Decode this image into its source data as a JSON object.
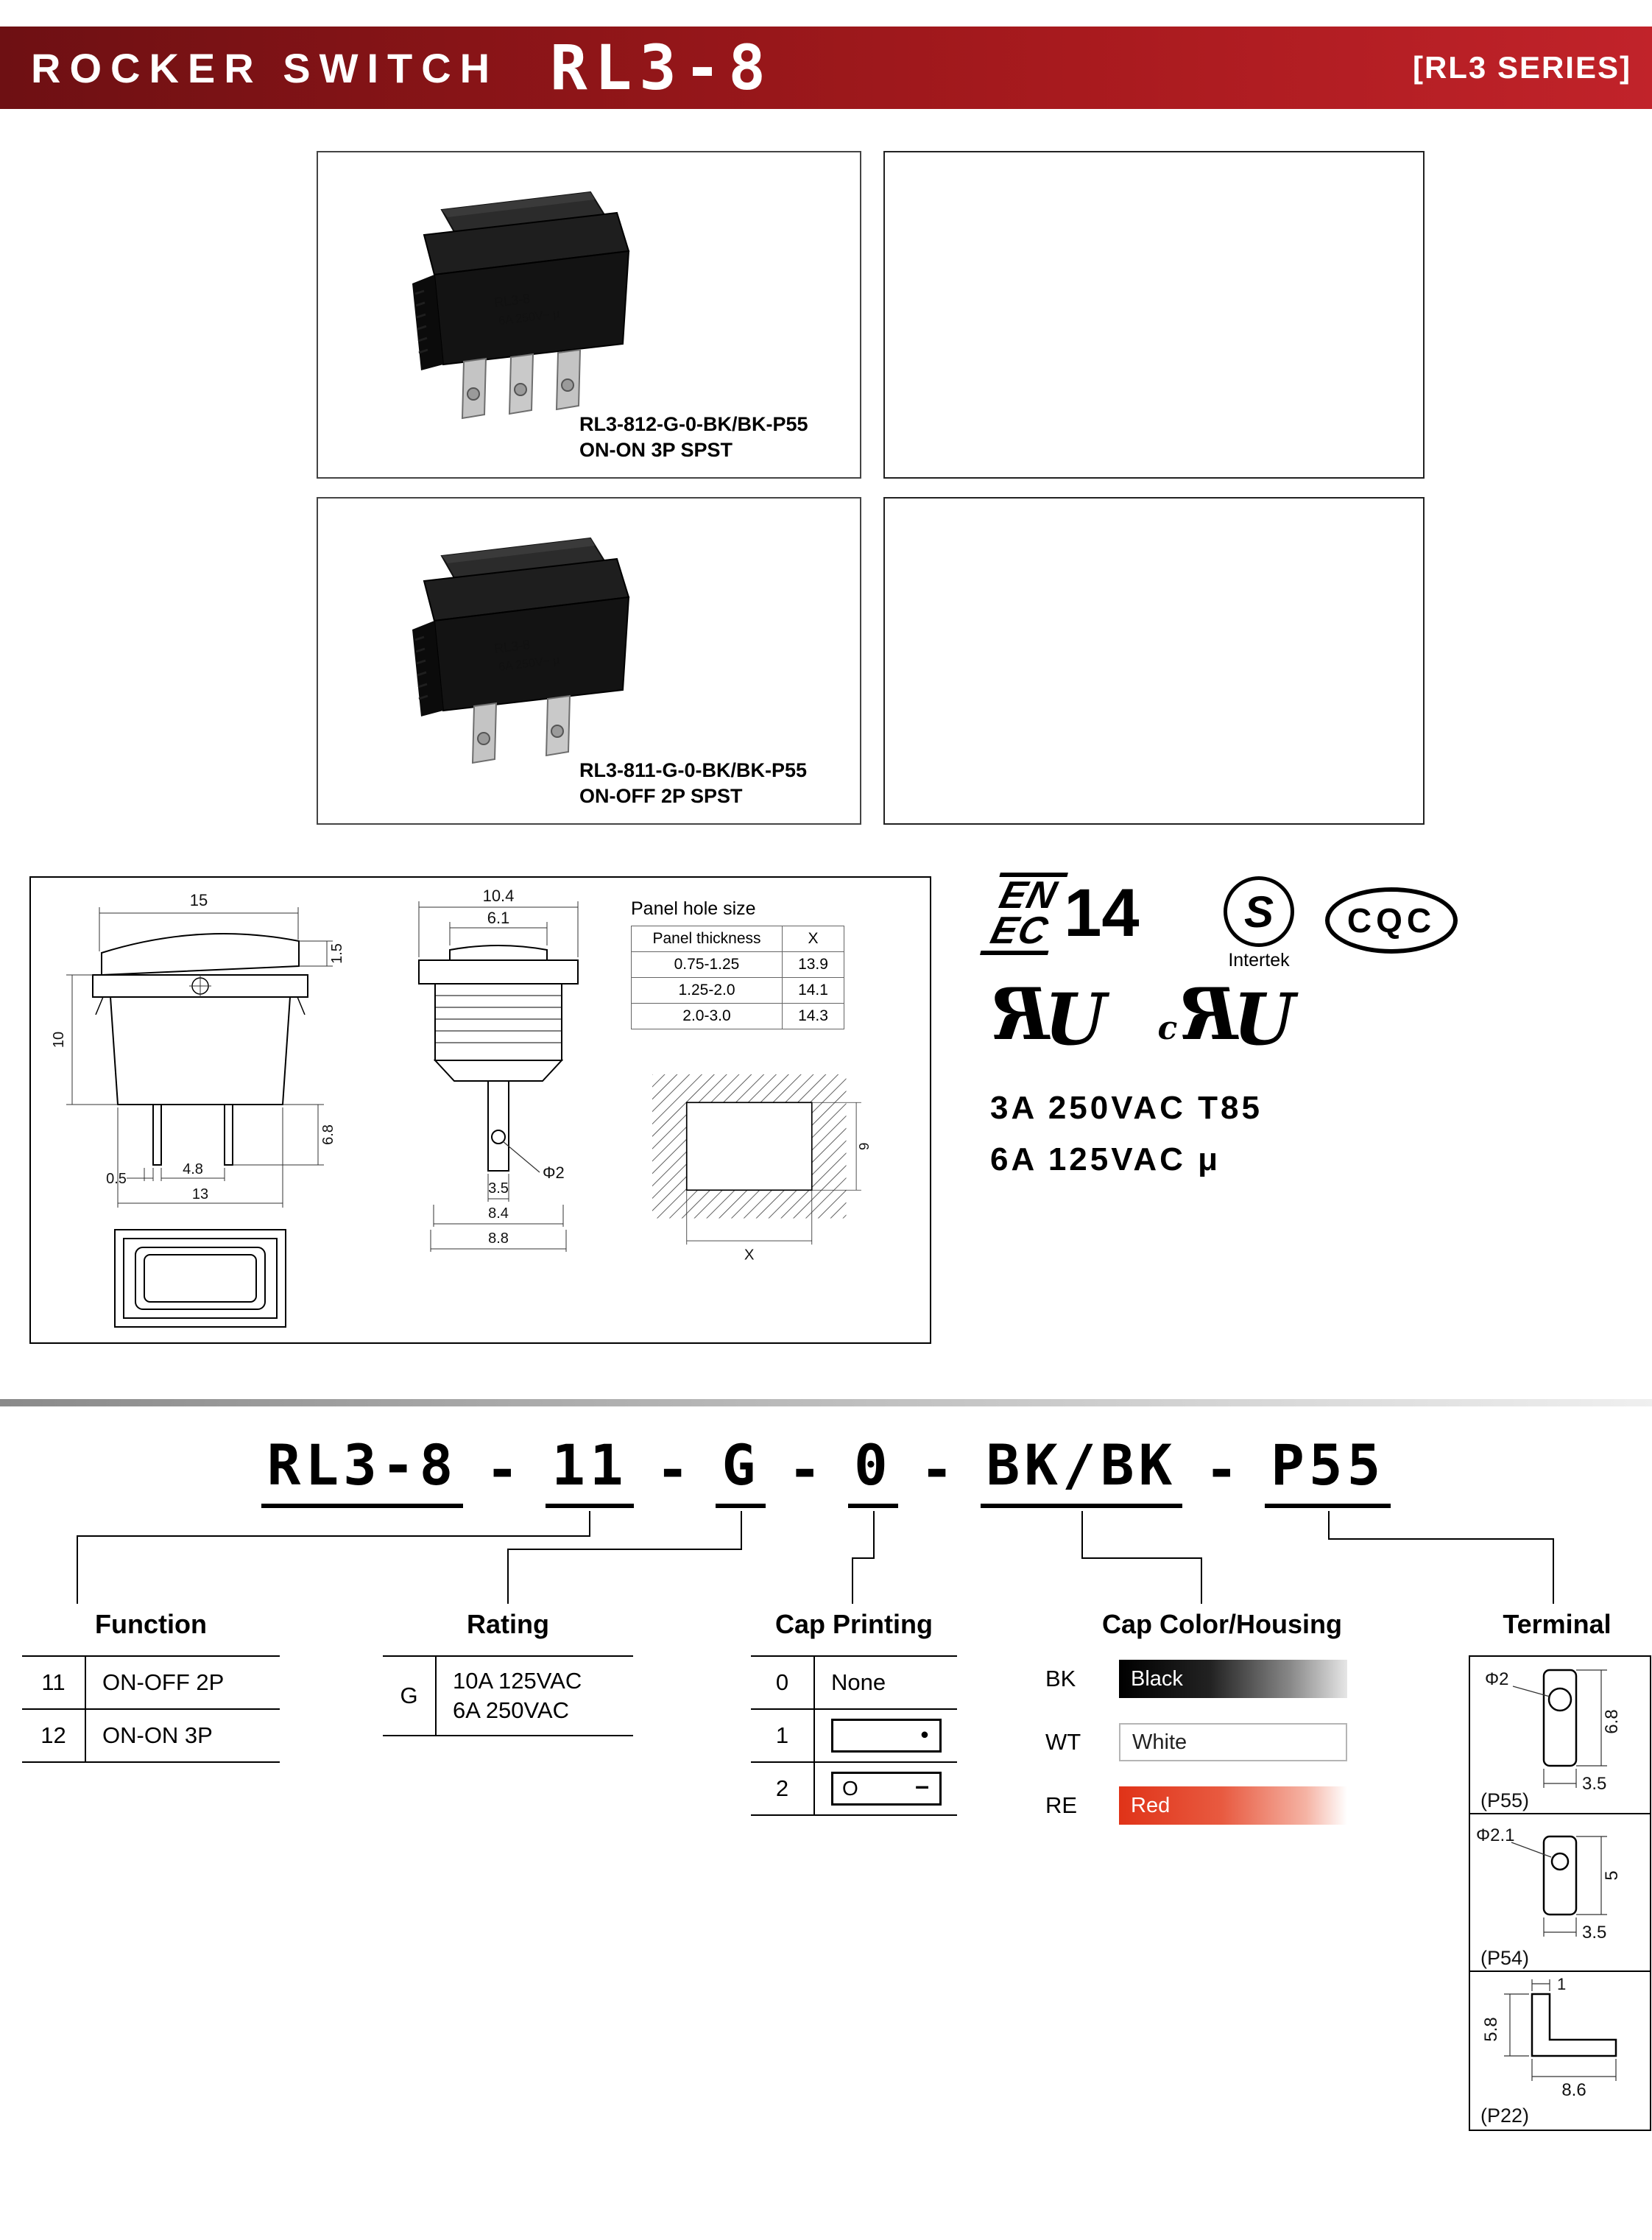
{
  "header": {
    "title": "ROCKER SWITCH",
    "model": "RL3-8",
    "series_tag": "[RL3 SERIES]"
  },
  "products": [
    {
      "part_number": "RL3-812-G-0-BK/BK-P55",
      "description": "ON-ON 3P SPST",
      "marking1": "RL3-8",
      "marking2": "6A 250V~ μ"
    },
    {
      "part_number": "RL3-811-G-0-BK/BK-P55",
      "description": "ON-OFF 2P SPST",
      "marking1": "RL3-8",
      "marking2": "6A 250V~ μ"
    }
  ],
  "drawing": {
    "front": {
      "overall_w": "15",
      "cap_h": "1.5",
      "body_h": "10",
      "pin_off": "0.5",
      "pin_pitch": "4.8",
      "base_w": "13",
      "pin_len": "6.8"
    },
    "side": {
      "overall_d": "10.4",
      "cap_d": "6.1",
      "hole": "Φ2",
      "pin_w": "3.5",
      "d2": "8.4",
      "d3": "8.8"
    },
    "panel_table": {
      "title": "Panel hole size",
      "headers": [
        "Panel thickness",
        "X"
      ],
      "rows": [
        {
          "thickness": "0.75-1.25",
          "x": "13.9"
        },
        {
          "thickness": "1.25-2.0",
          "x": "14.1"
        },
        {
          "thickness": "2.0-3.0",
          "x": "14.3"
        }
      ]
    },
    "cutout": {
      "width_label": "X",
      "height_label": "9"
    }
  },
  "certs": {
    "enec": {
      "line1": "EN",
      "line2": "EC",
      "num": "14"
    },
    "intertek": {
      "letter": "S",
      "label": "Intertek"
    },
    "cqc": "CQC",
    "ul": {
      "r": "R",
      "u": "U",
      "c": "c"
    },
    "rating_line1": "3A 250VAC T85",
    "rating_line2": "6A 125VAC μ"
  },
  "ordering": {
    "segments": [
      "RL3-8",
      "11",
      "G",
      "0",
      "BK/BK",
      "P55"
    ],
    "separator": "-",
    "function": {
      "title": "Function",
      "rows": [
        {
          "code": "11",
          "label": "ON-OFF 2P"
        },
        {
          "code": "12",
          "label": "ON-ON 3P"
        }
      ]
    },
    "rating": {
      "title": "Rating",
      "code": "G",
      "line1": "10A 125VAC",
      "line2": "6A 250VAC"
    },
    "cap_printing": {
      "title": "Cap Printing",
      "rows": [
        {
          "code": "0",
          "label": "None"
        },
        {
          "code": "1",
          "dot": "●"
        },
        {
          "code": "2",
          "left": "O",
          "right": "–"
        }
      ]
    },
    "cap_color": {
      "title": "Cap Color/Housing",
      "rows": [
        {
          "code": "BK",
          "label": "Black"
        },
        {
          "code": "WT",
          "label": "White"
        },
        {
          "code": "RE",
          "label": "Red"
        }
      ]
    },
    "terminal": {
      "title": "Terminal",
      "items": [
        {
          "label": "(P55)",
          "dia": "Φ2",
          "len": "6.8",
          "wid": "3.5"
        },
        {
          "label": "(P54)",
          "dia": "Φ2.1",
          "len": "5",
          "wid": "3.5"
        },
        {
          "label": "(P22)",
          "d1": "5.8",
          "d2": "1",
          "d3": "8.6"
        }
      ]
    }
  }
}
